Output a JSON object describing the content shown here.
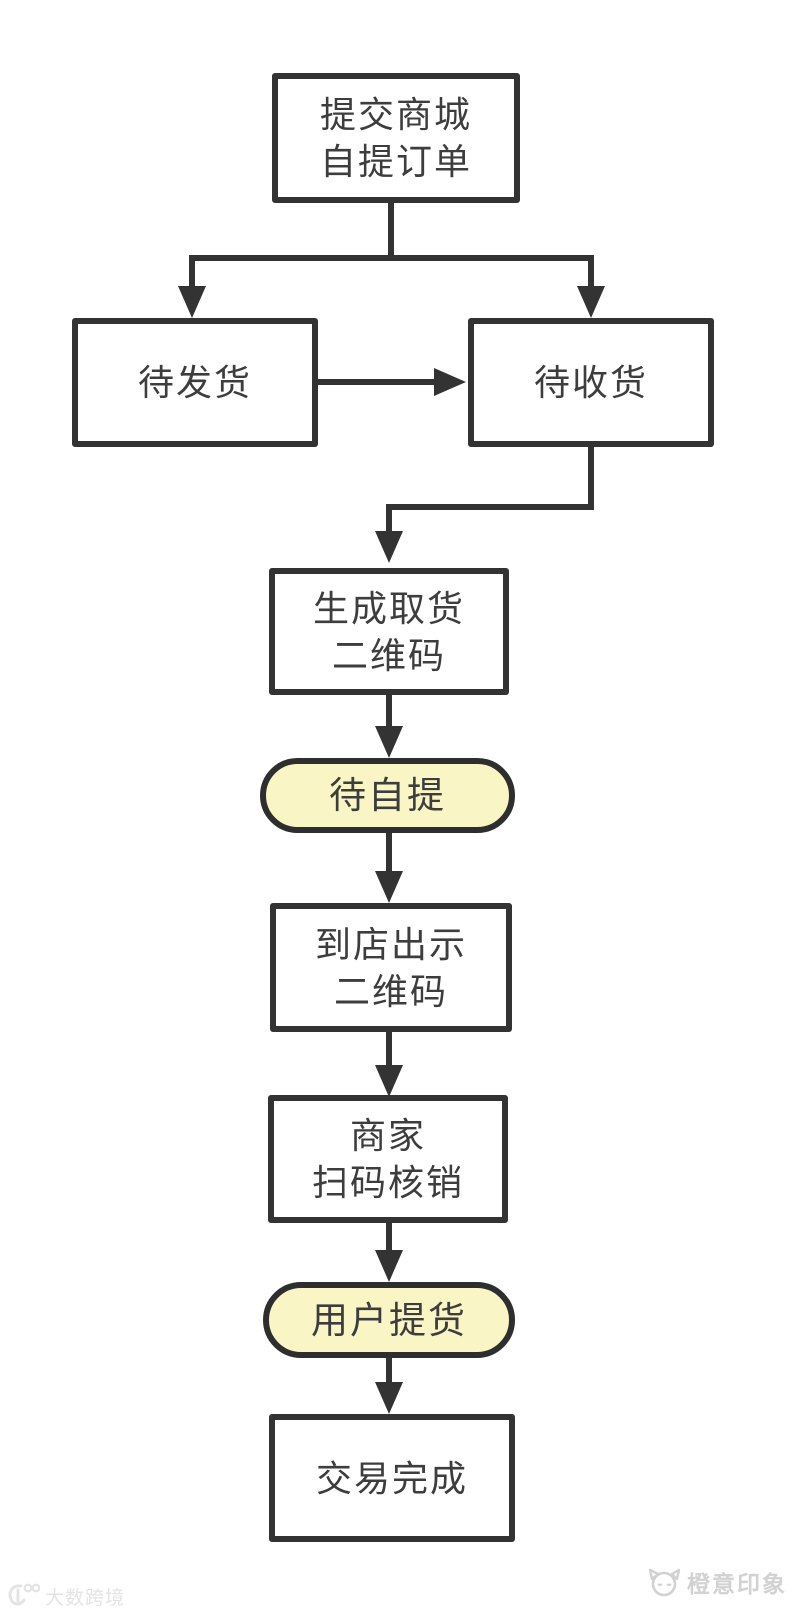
{
  "flowchart": {
    "description": "Mall self-pickup order process flow diagram",
    "nodes": {
      "submit_order": {
        "line1": "提交商城",
        "line2": "自提订单"
      },
      "awaiting_shipment": {
        "line1": "待发货"
      },
      "awaiting_receipt": {
        "line1": "待收货"
      },
      "generate_pickup_qr": {
        "line1": "生成取货",
        "line2": "二维码"
      },
      "awaiting_self_pickup": {
        "line1": "待自提"
      },
      "show_qr_at_store": {
        "line1": "到店出示",
        "line2": "二维码"
      },
      "merchant_scan_verify": {
        "line1": "商家",
        "line2": "扫码核销"
      },
      "user_pickup": {
        "line1": "用户提货"
      },
      "transaction_complete": {
        "line1": "交易完成"
      }
    },
    "colors": {
      "line": "#333333",
      "text": "#3d3d3d",
      "pill_fill": "#faf5c5",
      "background": "#ffffff",
      "watermark_left": "#e4e4e4",
      "watermark_right": "#d2d2d2"
    },
    "watermarks": {
      "left_brand": "大数跨境",
      "right_brand": "橙意印象"
    }
  }
}
